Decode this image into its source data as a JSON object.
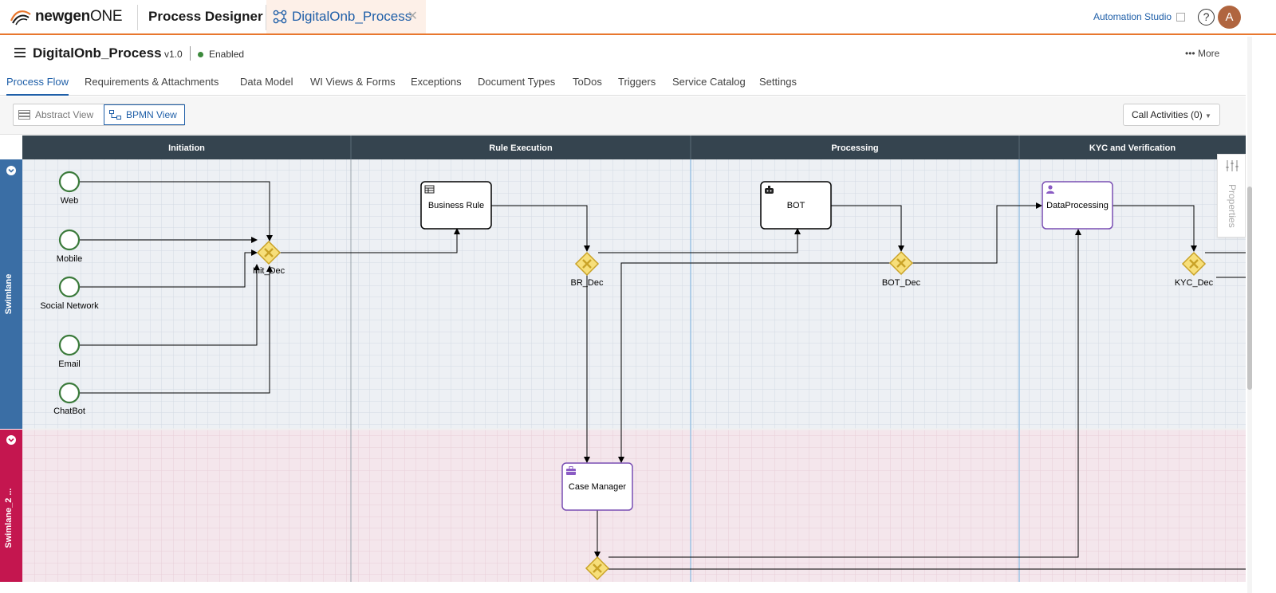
{
  "topbar": {
    "logo_text": "newgen",
    "logo_text_suffix": "ONE",
    "app_title": "Process Designer",
    "active_tab_label": "DigitalOnb_Process",
    "automation_studio_label": "Automation Studio",
    "help_label": "?",
    "avatar_initial": "A"
  },
  "process": {
    "name": "DigitalOnb_Process",
    "version": "v1.0",
    "status": "Enabled",
    "status_color": "#3c8a3c",
    "more_label": "More"
  },
  "nav_tabs": [
    {
      "label": "Process Flow",
      "active": true
    },
    {
      "label": "Requirements & Attachments",
      "active": false
    },
    {
      "label": "Data Model",
      "active": false
    },
    {
      "label": "WI Views & Forms",
      "active": false
    },
    {
      "label": "Exceptions",
      "active": false
    },
    {
      "label": "Document Types",
      "active": false
    },
    {
      "label": "ToDos",
      "active": false
    },
    {
      "label": "Triggers",
      "active": false
    },
    {
      "label": "Service Catalog",
      "active": false
    },
    {
      "label": "Settings",
      "active": false
    }
  ],
  "toolbar": {
    "abstract_view_label": "Abstract View",
    "bpmn_view_label": "BPMN View",
    "call_activities_label": "Call Activities (0)"
  },
  "properties_label": "Properties",
  "diagram": {
    "phases": [
      "Initiation",
      "Rule Execution",
      "Processing",
      "KYC and Verification"
    ],
    "swimlanes": [
      "Swimlane",
      "Swimlane_2 ..."
    ],
    "start_events": [
      "Web",
      "Mobile",
      "Social Network",
      "Email",
      "ChatBot"
    ],
    "tasks": [
      {
        "label": "Business Rule",
        "kind": "business-rule"
      },
      {
        "label": "BOT",
        "kind": "bot"
      },
      {
        "label": "DataProcessing",
        "kind": "user"
      },
      {
        "label": "Case Manager",
        "kind": "case"
      }
    ],
    "gateways": [
      "Init_Dec",
      "BR_Dec",
      "BOT_Dec",
      "KYC_Dec",
      ""
    ]
  },
  "colors": {
    "accent": "#e8772e",
    "brand_blue": "#1f5fa8",
    "phase_header": "#35444f",
    "lane1_band": "#3a6ea5",
    "lane2_band": "#c4164f",
    "gateway_fill": "#f7df7a",
    "gateway_stroke": "#c9a227",
    "purple_task": "#7a4fb3"
  }
}
